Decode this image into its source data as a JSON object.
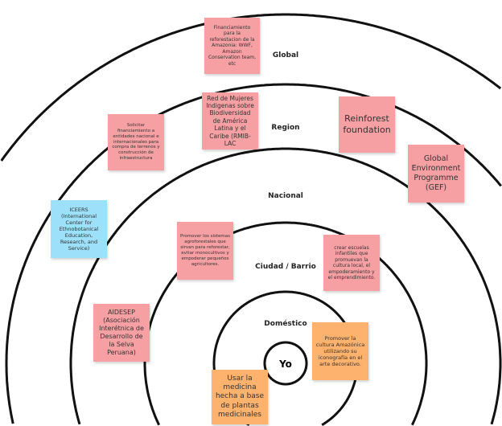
{
  "rings": {
    "global": "Global",
    "region": "Region",
    "nacional": "Nacional",
    "ciudad": "Ciudad / Barrio",
    "domestico": "Doméstico",
    "yo": "Yo"
  },
  "notes": [
    {
      "text": "Financiamiento para la reforestacion de la Amazonia: WWF, Amazon Conservation team, etc",
      "color": "#f7a0a4"
    },
    {
      "text": "Red de Mujeres Indigenas sobre Biodiversidad de América Latina y el Caribe (RMIB-LAC",
      "color": "#f7a0a4"
    },
    {
      "text": "Reinforest foundation",
      "color": "#f7a0a4"
    },
    {
      "text": "Solicitar financiamiento a entidades nacional e internacionales para compra de terrenos y construcción de infraestructura",
      "color": "#f7a0a4"
    },
    {
      "text": "Global Environment Programme (GEF)",
      "color": "#f7a0a4"
    },
    {
      "text": "ICEERS (International Center for Ethnobotanical Education, Research, and Service)",
      "color": "#9de0fa"
    },
    {
      "text": "Promover los sistemas agroforestales que sirvan para reforestar, evitar monocultivos y empoderar pequeños agricultores.",
      "color": "#f7a0a4"
    },
    {
      "text": "crear escuelas infantiles que promuevan la cultura local, el empoderamiento y el emprendimiento.",
      "color": "#f7a0a4"
    },
    {
      "text": "AIDESEP (Asociación Interétnica de Desarrollo de la Selva Peruana)",
      "color": "#f7a0a4"
    },
    {
      "text": "Promover la cultura Amazónica utilizando su iconografía en el arte decorativo.",
      "color": "#fdb26d"
    },
    {
      "text": "Usar la medicina hecha a base de plantas medicinales",
      "color": "#fdb26d"
    }
  ]
}
